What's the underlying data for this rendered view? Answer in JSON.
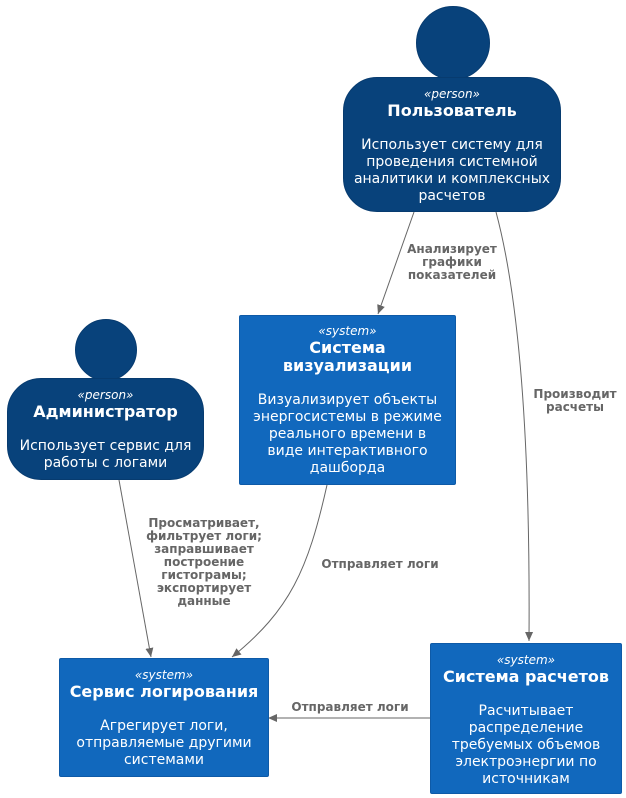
{
  "nodes": {
    "user": {
      "stereotype": "«person»",
      "title": "Пользователь",
      "description": [
        "Использует систему для",
        "проведения системной",
        "аналитики и комплексных",
        "расчетов"
      ]
    },
    "admin": {
      "stereotype": "«person»",
      "title": "Администратор",
      "description": [
        "Использует сервис для",
        "работы с логами"
      ]
    },
    "viz": {
      "stereotype": "«system»",
      "title": [
        "Система",
        "визуализации"
      ],
      "description": [
        "Визуализирует объекты",
        "энергосистемы в режиме",
        "реального времени в",
        "виде интерактивного",
        "дашборда"
      ]
    },
    "logging": {
      "stereotype": "«system»",
      "title": "Сервис логирования",
      "description": [
        "Агрегирует логи,",
        "отправляемые другими",
        "системами"
      ]
    },
    "calc": {
      "stereotype": "«system»",
      "title": "Система расчетов",
      "description": [
        "Расчитывает",
        "распределение",
        "требуемых объемов",
        "электроэнергии по",
        "источникам"
      ]
    }
  },
  "edges": {
    "user_viz": [
      "Анализирует",
      "графики",
      "показателей"
    ],
    "user_calc": [
      "Производит",
      "расчеты"
    ],
    "admin_logging": [
      "Просматривает,",
      "фильтрует логи;",
      "заправшивает",
      "построение",
      "гистограмы;",
      "экспортирует",
      "данные"
    ],
    "viz_logging": [
      "Отправляет логи"
    ],
    "calc_logging": [
      "Отправляет логи"
    ]
  },
  "colors": {
    "person": "#08427b",
    "system": "#1168bd",
    "edge": "#666666"
  }
}
